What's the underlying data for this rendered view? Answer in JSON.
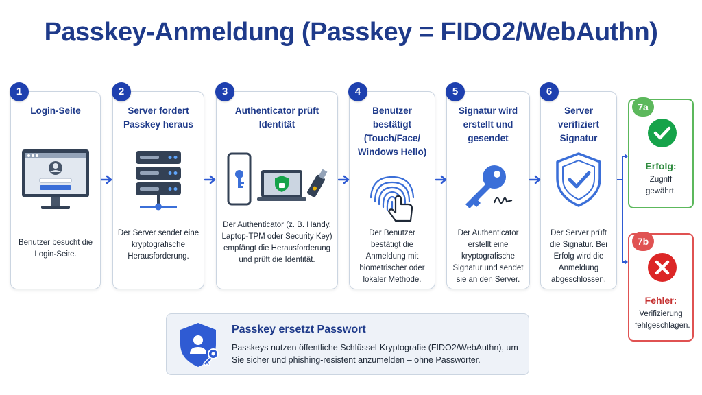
{
  "title": "Passkey-Anmeldung (Passkey = FIDO2/WebAuthn)",
  "steps": [
    {
      "number": "1",
      "heading": "Login-Seite",
      "description": "Benutzer besucht die Login-Seite."
    },
    {
      "number": "2",
      "heading": "Server fordert Passkey heraus",
      "description": "Der Server sendet eine kryptografische Herausforderung."
    },
    {
      "number": "3",
      "heading": "Authenticator prüft Identität",
      "description": "Der Authenticator (z. B. Handy, Laptop-TPM oder Security Key) empfängt die Herausforderung und prüft die Identität."
    },
    {
      "number": "4",
      "heading": "Benutzer bestätigt (Touch/Face/ Windows Hello)",
      "description": "Der Benutzer bestätigt die Anmeldung mit biometrischer oder lokaler Methode."
    },
    {
      "number": "5",
      "heading": "Signatur wird erstellt und gesendet",
      "description": "Der Authenticator erstellt eine kryptografische Signatur und sendet sie an den Server."
    },
    {
      "number": "6",
      "heading": "Server verifiziert Signatur",
      "description": "Der Server prüft die Signatur. Bei Erfolg wird die Anmeldung abgeschlossen."
    }
  ],
  "outcomes": {
    "success": {
      "badge": "7a",
      "title": "Erfolg:",
      "text": "Zugriff gewährt.",
      "color": "#5cb85c"
    },
    "failure": {
      "badge": "7b",
      "title": "Fehler:",
      "text": "Verifizierung fehlgeschlagen.",
      "color": "#e05252"
    }
  },
  "banner": {
    "title": "Passkey ersetzt Passwort",
    "text": "Passkeys nutzen öffentliche Schlüssel-Kryptografie (FIDO2/WebAuthn), um Sie sicher und phishing-resistent anzumelden – ohne Passwörter."
  },
  "colors": {
    "primary": "#1e3a8a",
    "accent": "#1e40af",
    "arrow": "#2f5bd3"
  }
}
